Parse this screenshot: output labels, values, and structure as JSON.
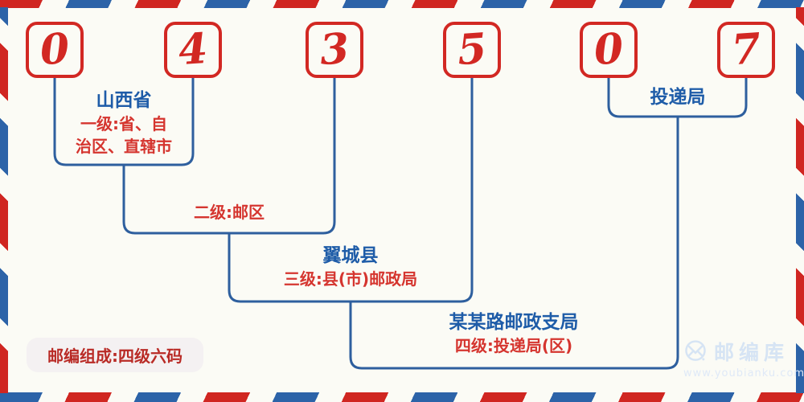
{
  "postal_code": {
    "digits": [
      "0",
      "4",
      "3",
      "5",
      "0",
      "7"
    ]
  },
  "levels": [
    {
      "place": "山西省",
      "desc_line1": "一级:省、自",
      "desc_line2": "治区、直辖市"
    },
    {
      "desc": "二级:邮区"
    },
    {
      "place": "翼城县",
      "desc": "三级:县(市)邮政局"
    },
    {
      "place": "某某路邮政支局",
      "desc": "四级:投递局(区)"
    },
    {
      "place": "投递局"
    }
  ],
  "footer_badge": {
    "text": "邮编组成:四级六码"
  },
  "watermark": {
    "brand": "邮编库",
    "url": "www.youbianku.com",
    "icon": "envelope-circle-icon"
  },
  "colors": {
    "background": "#fbfbf5",
    "digit_red": "#d22823",
    "label_red": "#d5352f",
    "label_blue": "#1e5ca8",
    "line_blue": "#2e5f9e",
    "stripe_red": "#d02621",
    "stripe_blue": "#2c63a8",
    "badge_text_red": "#b92b26",
    "badge_bg": "#f4f1f2",
    "watermark_blue": "#d6e4f4"
  }
}
